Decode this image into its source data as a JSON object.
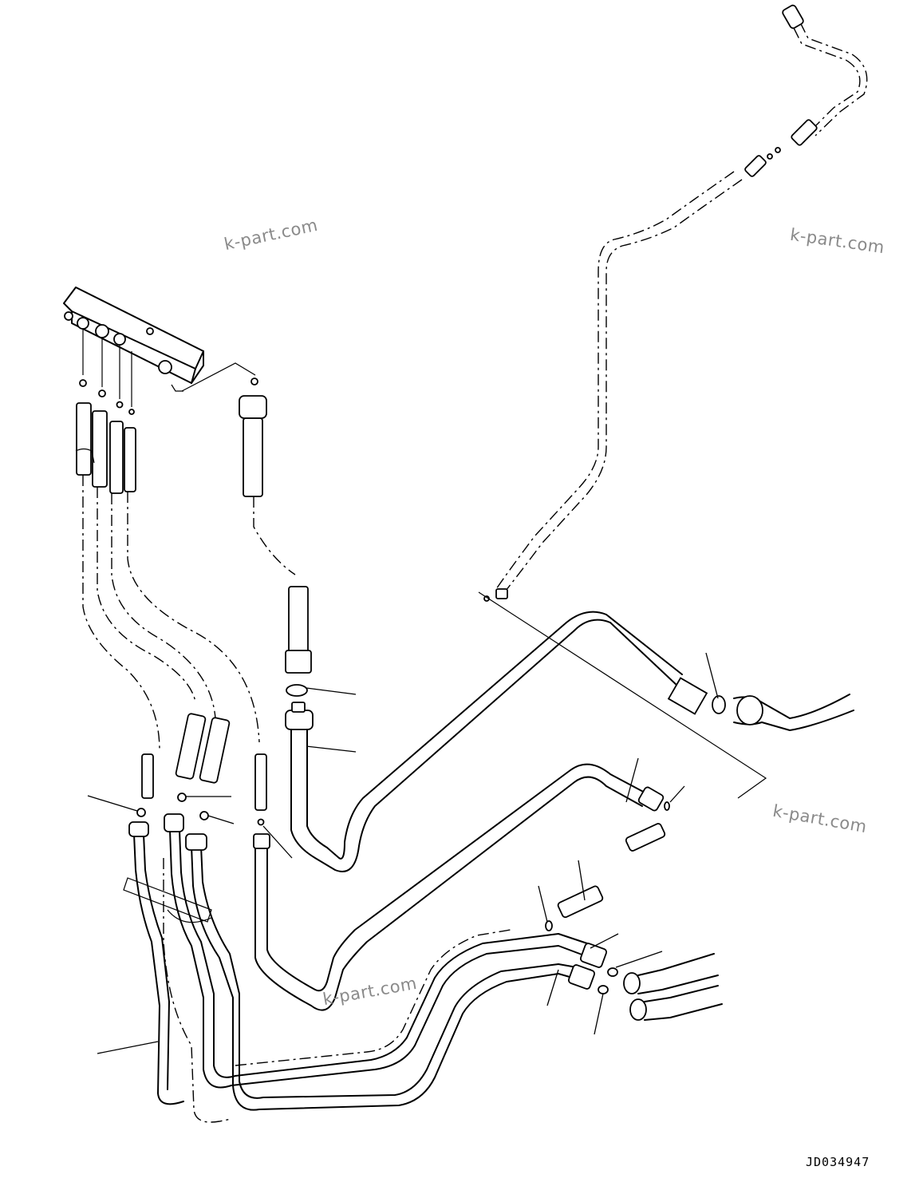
{
  "diagram": {
    "drawing_code": "JD034947",
    "watermarks": [
      "k-part.com",
      "k-part.com",
      "k-part.com",
      "k-part.com"
    ],
    "colors": {
      "line": "#000000",
      "watermark": "#8a8a8a",
      "background": "#ffffff"
    }
  }
}
